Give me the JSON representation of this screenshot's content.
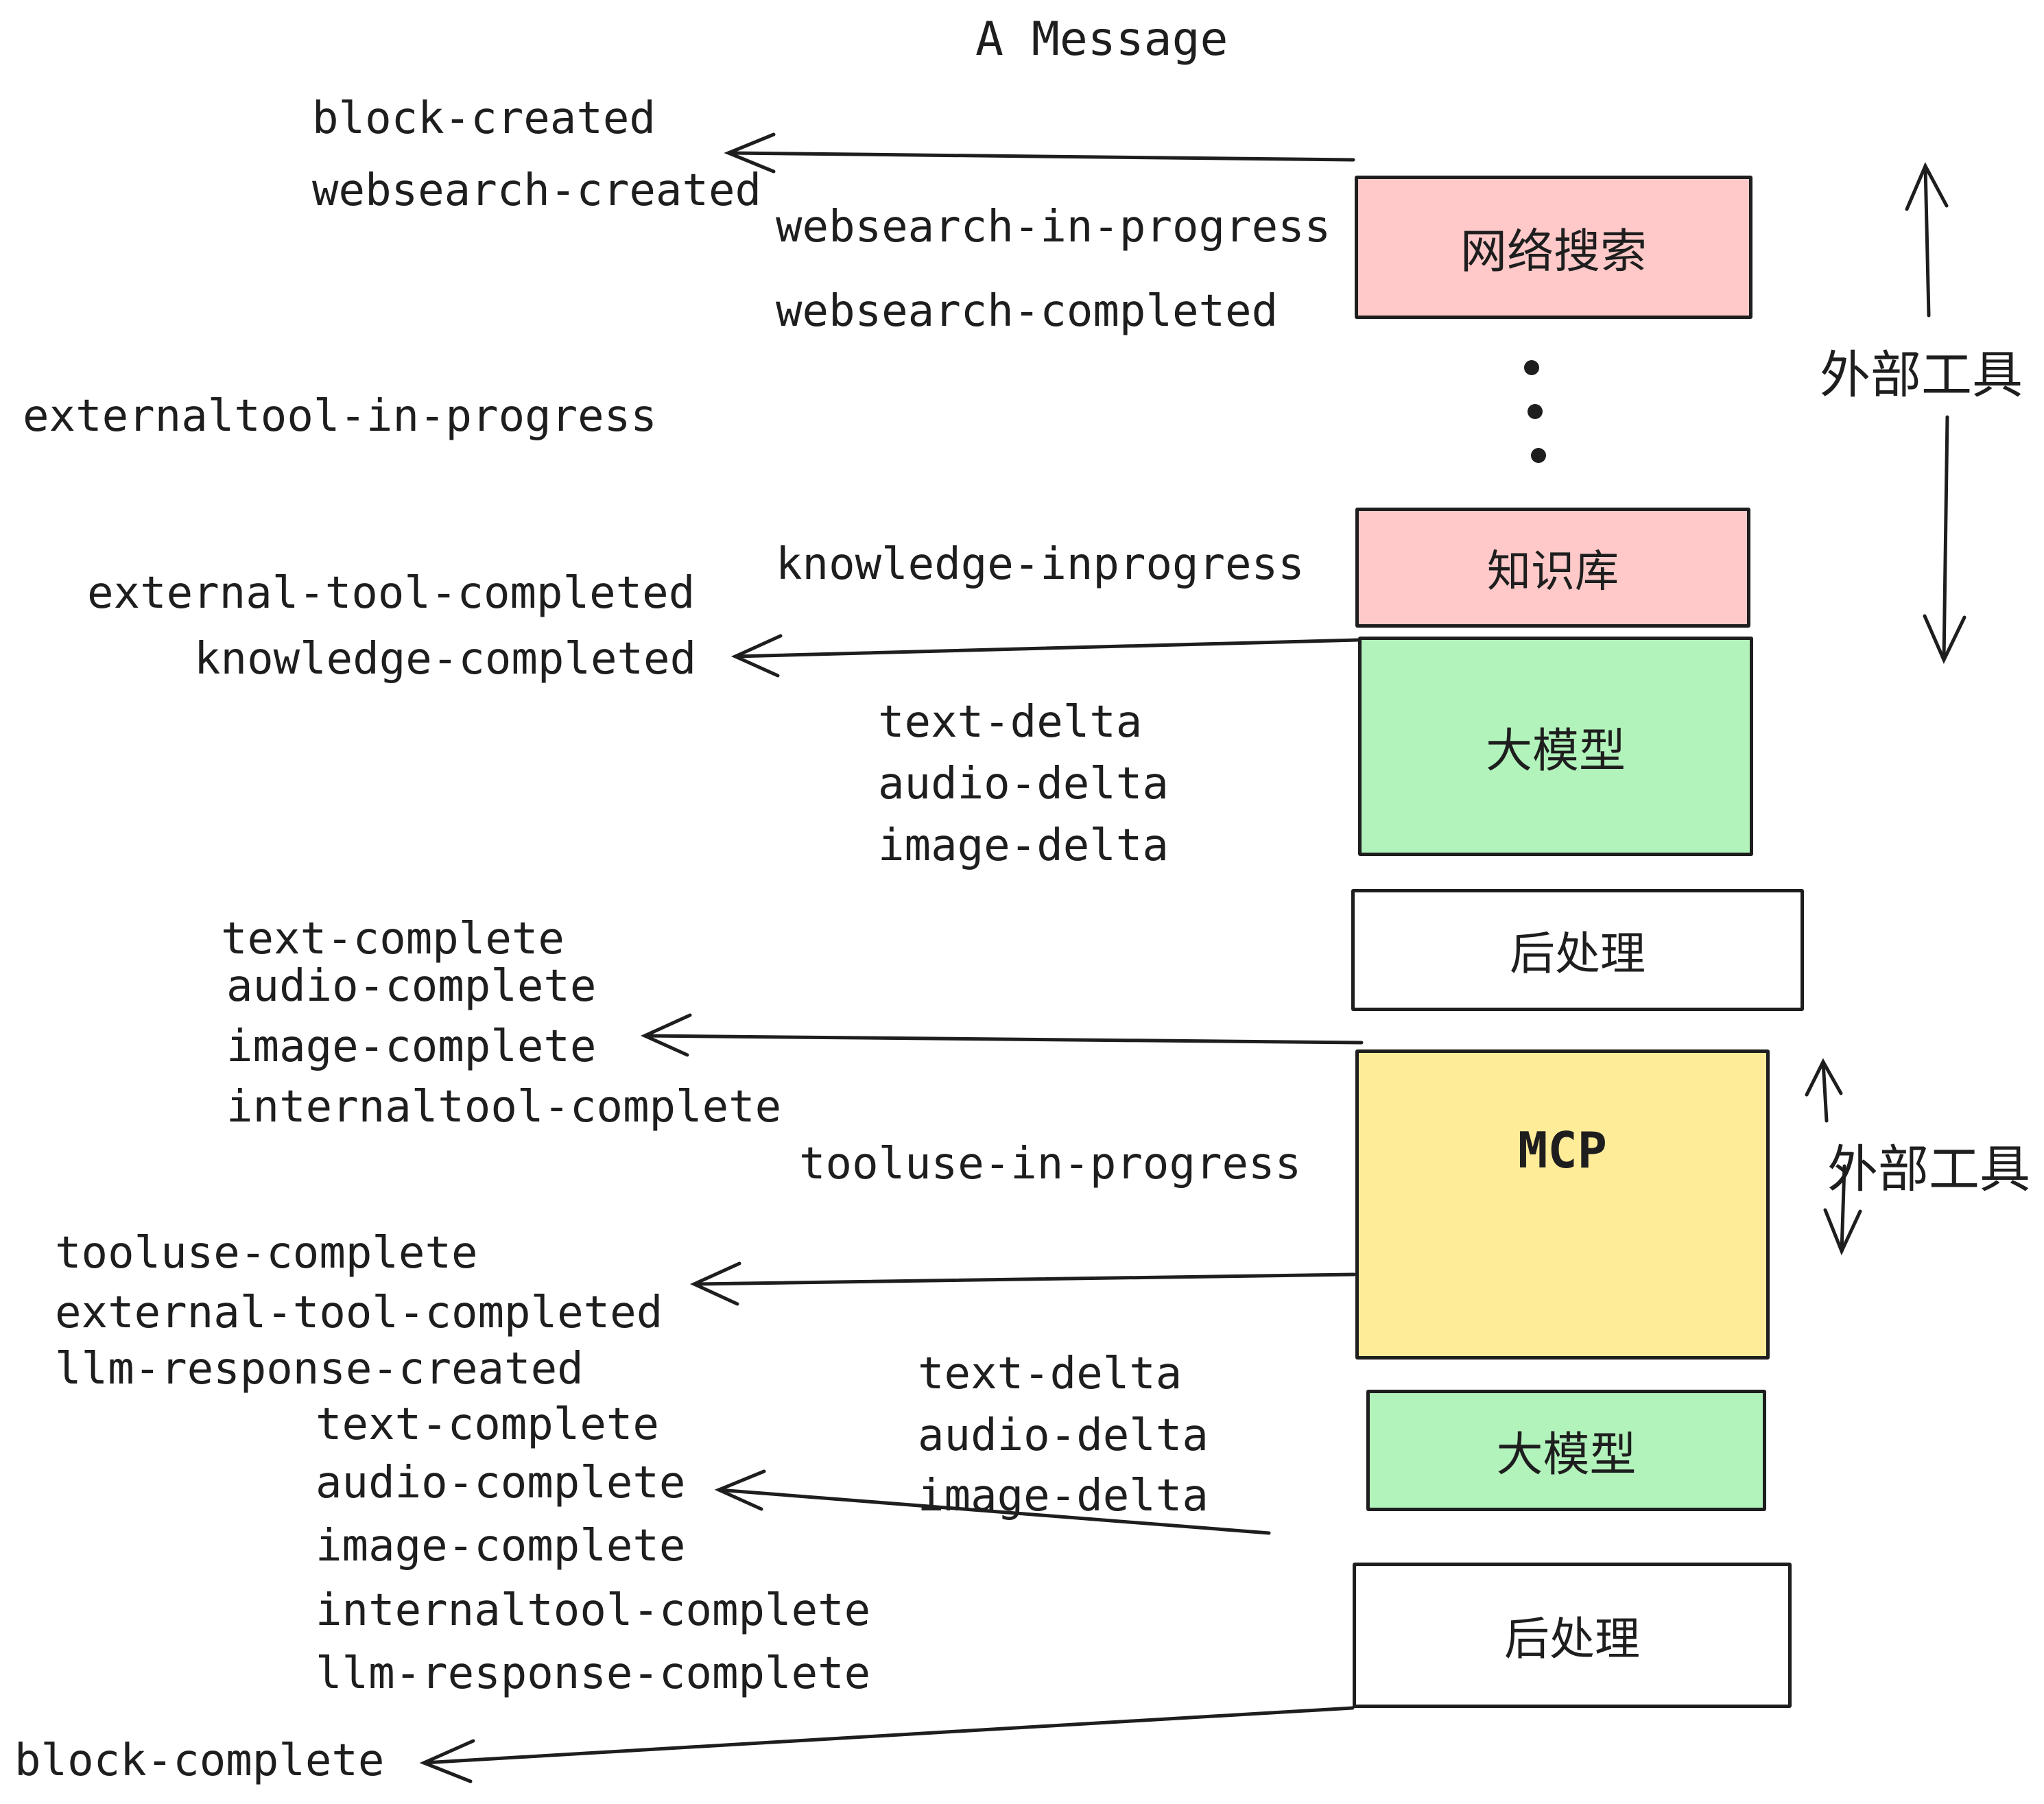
{
  "title": "A Message",
  "colors": {
    "background": "#ffffff",
    "stroke": "#1e1e1e",
    "box_pink": "#ffc9c9",
    "box_green": "#b2f2bb",
    "box_yellow": "#ffec99",
    "box_white": "#ffffff"
  },
  "boxes": {
    "websearch": {
      "label": "网络搜索"
    },
    "knowledge": {
      "label": "知识库"
    },
    "llm": {
      "label": "大模型"
    },
    "postprocess": {
      "label": "后处理"
    },
    "mcp": {
      "label": "MCP"
    }
  },
  "side_labels": {
    "external_tools": "外部工具"
  },
  "events": {
    "block_created": "block-created",
    "websearch_created": "websearch-created",
    "websearch_in_progress": "websearch-in-progress",
    "websearch_completed": "websearch-completed",
    "externaltool_in_progress": "externaltool-in-progress",
    "knowledge_inprogress": "knowledge-inprogress",
    "external_tool_completed": "external-tool-completed",
    "knowledge_completed": "knowledge-completed",
    "text_delta": "text-delta",
    "audio_delta": "audio-delta",
    "image_delta": "image-delta",
    "text_complete": "text-complete",
    "audio_complete": "audio-complete",
    "image_complete": "image-complete",
    "internaltool_complete": "internaltool-complete",
    "tooluse_in_progress": "tooluse-in-progress",
    "tooluse_complete": "tooluse-complete",
    "llm_response_created": "llm-response-created",
    "llm_response_complete": "llm-response-complete",
    "block_complete": "block-complete"
  }
}
